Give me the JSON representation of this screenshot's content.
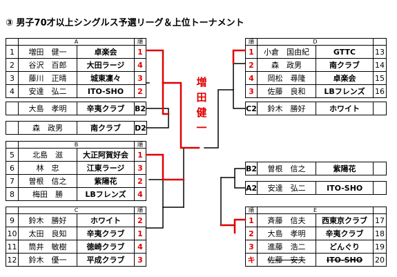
{
  "title": "③ 男子70才以上シングルス予選リーグ＆上位トーナメント",
  "winner": [
    "増",
    "田",
    "健",
    "一"
  ],
  "rank_header": "順",
  "blocks": {
    "A": {
      "label": "A",
      "rows": [
        {
          "no": "1",
          "name": "増田　健一",
          "club": "卓楽会",
          "rank": "1"
        },
        {
          "no": "2",
          "name": "谷沢　百郎",
          "club": "大田ラージ",
          "rank": "4"
        },
        {
          "no": "3",
          "name": "藤川　正晴",
          "club": "城東凜々",
          "rank": "3"
        },
        {
          "no": "4",
          "name": "安達　弘二",
          "club": "ITO-SHO",
          "rank": "2"
        }
      ]
    },
    "B": {
      "label": "B",
      "rows": [
        {
          "no": "5",
          "name": "北島　滋",
          "club": "大正阿賀好会",
          "rank": "1"
        },
        {
          "no": "6",
          "name": "林　忠",
          "club": "江東ラージ",
          "rank": "3"
        },
        {
          "no": "7",
          "name": "曽根　信之",
          "club": "紫陽花",
          "rank": "2"
        },
        {
          "no": "8",
          "name": "梅田　勝",
          "club": "LBフレンズ",
          "rank": "4"
        }
      ]
    },
    "C": {
      "label": "C",
      "rows": [
        {
          "no": "9",
          "name": "鈴木　勝好",
          "club": "ホワイト",
          "rank": "2"
        },
        {
          "no": "10",
          "name": "太田　良知",
          "club": "辛夷クラブ",
          "rank": "1"
        },
        {
          "no": "11",
          "name": "筒井　敏樹",
          "club": "徳崎クラブ",
          "rank": "4"
        },
        {
          "no": "12",
          "name": "鈴木　優一",
          "club": "平成クラブ",
          "rank": "3"
        }
      ]
    },
    "D": {
      "label": "D",
      "rows": [
        {
          "no": "13",
          "name": "小倉　国由紀",
          "club": "GTTC",
          "rank": "1"
        },
        {
          "no": "14",
          "name": "森　政男",
          "club": "南クラブ",
          "rank": "2"
        },
        {
          "no": "15",
          "name": "岡松　尋隆",
          "club": "卓楽会",
          "rank": "4"
        },
        {
          "no": "16",
          "name": "佐藤　良和",
          "club": "LBフレンズ",
          "rank": "3"
        }
      ]
    },
    "E": {
      "label": "E",
      "rows": [
        {
          "no": "17",
          "name": "斉藤　信夫",
          "club": "西東京クラブ",
          "rank": "1"
        },
        {
          "no": "18",
          "name": "大島　孝明",
          "club": "辛夷クラブ",
          "rank": "2"
        },
        {
          "no": "19",
          "name": "進藤　浩二",
          "club": "どんぐり",
          "rank": "3"
        },
        {
          "no": "20",
          "name": "佐藤　安夫",
          "club": "ITO-SHO",
          "rank": "キ"
        }
      ]
    }
  },
  "seeds": {
    "B2": {
      "label": "B2",
      "name": "大島　孝明",
      "club": "辛夷クラブ"
    },
    "D2": {
      "label": "D2",
      "name": "森　政男",
      "club": "南クラブ"
    },
    "C2": {
      "label": "C2",
      "name": "鈴木　勝好",
      "club": "ホワイト"
    },
    "B2r": {
      "label": "B2",
      "name": "曽根　信之",
      "club": "紫陽花"
    },
    "A2": {
      "label": "A2",
      "name": "安達　弘二",
      "club": "ITO-SHO"
    }
  }
}
